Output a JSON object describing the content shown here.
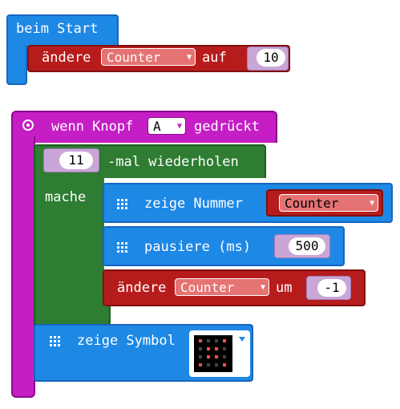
{
  "colors": {
    "basic": "#1e90ff",
    "basic_dark": "#1566c0",
    "variables": "#b22222",
    "variables_dark": "#8b1a1a",
    "input": "#d400d4",
    "input_dark": "#a000a0",
    "loops": "#228b22",
    "loops_dark": "#196619",
    "math": "#c9a6d6",
    "math_dark": "#a57cb8"
  },
  "block_start": {
    "label": "beim Start",
    "set_stmt": {
      "prefix": "ändere",
      "variable": "Counter",
      "middle": "auf",
      "value": "10"
    }
  },
  "block_button": {
    "icon": "target-icon",
    "prefix": "wenn Knopf",
    "button": "A",
    "suffix": "gedrückt",
    "repeat": {
      "count": "11",
      "label": "-mal wiederholen",
      "do_label": "mache",
      "show_number": {
        "icon": "grid-icon",
        "label": "zeige Nummer",
        "variable": "Counter"
      },
      "pause": {
        "icon": "grid-icon",
        "label": "pausiere (ms)",
        "value": "500"
      },
      "change": {
        "prefix": "ändere",
        "variable": "Counter",
        "middle": "um",
        "value": "-1"
      }
    },
    "show_icon": {
      "icon": "grid-icon",
      "label": "zeige Symbol",
      "symbol": "led-pattern-icon"
    }
  }
}
